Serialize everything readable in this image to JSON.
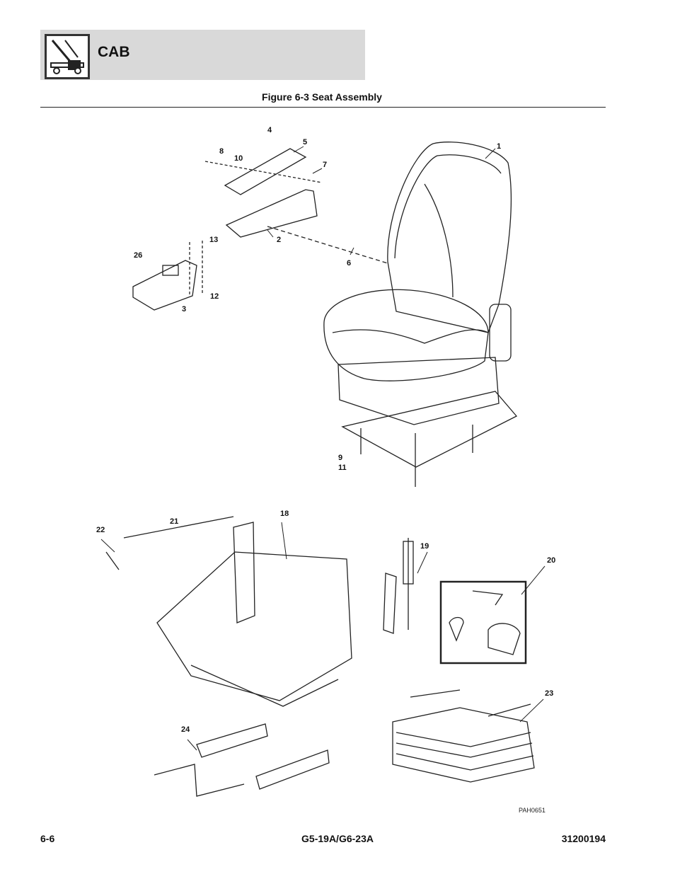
{
  "header": {
    "section_title": "CAB",
    "section_icon": "lift-truck-icon"
  },
  "figure": {
    "title": "Figure 6-3 Seat Assembly",
    "art_id": "PAH0651",
    "callouts": [
      "1",
      "2",
      "3",
      "4",
      "5",
      "6",
      "7",
      "8",
      "9",
      "10",
      "11",
      "12",
      "13",
      "26",
      "18",
      "19",
      "20",
      "21",
      "22",
      "23",
      "24"
    ]
  },
  "footer": {
    "page": "6-6",
    "model": "G5-19A/G6-23A",
    "doc_number": "31200194"
  }
}
